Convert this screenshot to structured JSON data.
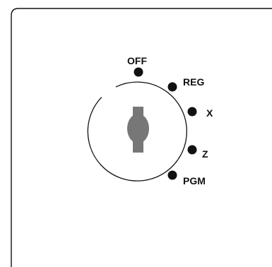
{
  "diagram": {
    "colors": {
      "line": "#111111",
      "key": "#777777",
      "background": "#ffffff"
    },
    "positions": [
      {
        "id": "off",
        "label": "OFF"
      },
      {
        "id": "reg",
        "label": "REG"
      },
      {
        "id": "x",
        "label": "X"
      },
      {
        "id": "z",
        "label": "Z"
      },
      {
        "id": "pgm",
        "label": "PGM"
      }
    ]
  }
}
